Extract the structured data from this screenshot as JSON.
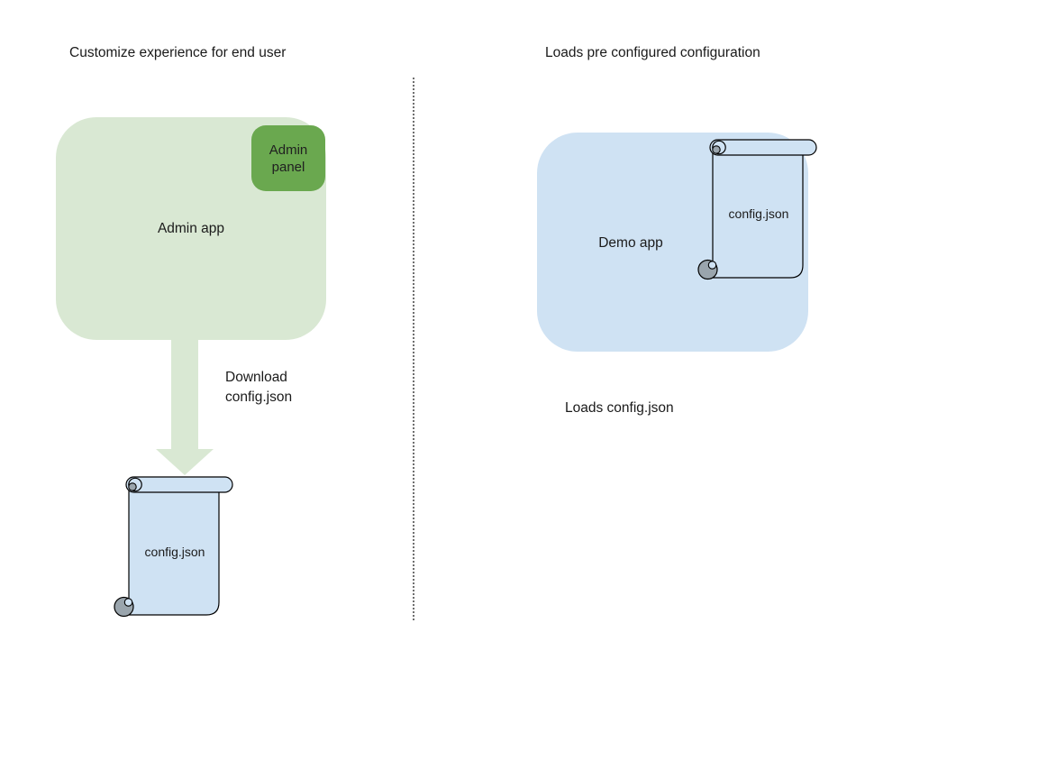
{
  "left_section": {
    "title": "Customize experience for end user",
    "admin_app_label": "Admin app",
    "admin_panel_label": "Admin panel",
    "download_label": "Download config.json",
    "config_file_label": "config.json"
  },
  "right_section": {
    "title": "Loads pre configured configuration",
    "demo_app_label": "Demo app",
    "config_file_label": "config.json",
    "caption": "Loads config.json"
  },
  "colors": {
    "admin_app_fill": "#d9e8d3",
    "admin_panel_fill": "#6aa84f",
    "arrow_fill": "#d9e8d3",
    "demo_app_fill": "#cfe2f3",
    "scroll_fill": "#cfe2f3",
    "scroll_curl_fill": "#9aa5ad",
    "shape_outline": "#000000",
    "divider_color": "#6f6f6f",
    "text_color": "#1b1b1b"
  }
}
